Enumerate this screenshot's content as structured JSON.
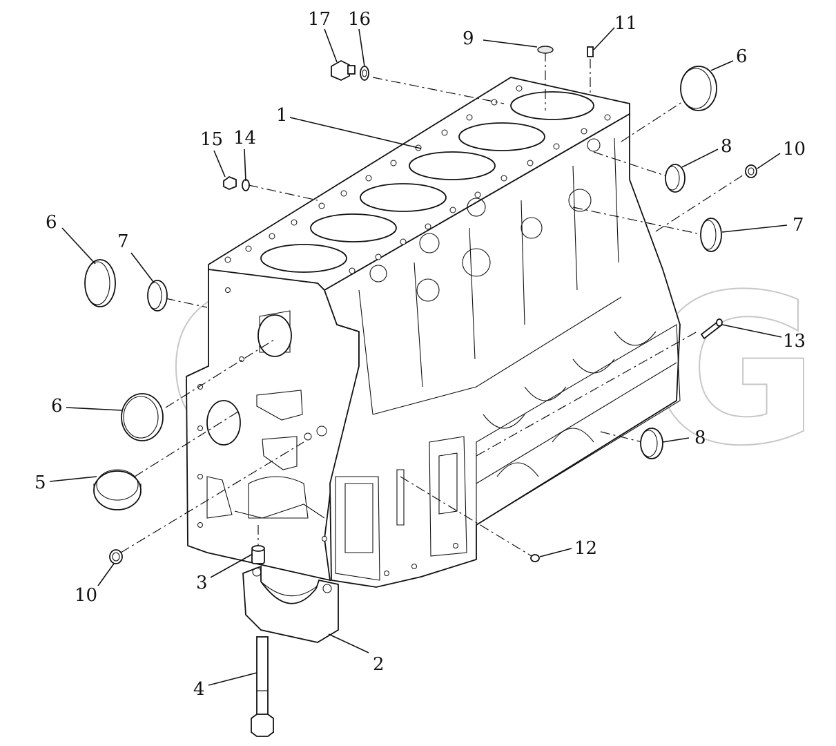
{
  "watermark_text": "GDTG",
  "callouts": [
    {
      "id": "label-1",
      "text": "1"
    },
    {
      "id": "label-2",
      "text": "2"
    },
    {
      "id": "label-3",
      "text": "3"
    },
    {
      "id": "label-4",
      "text": "4"
    },
    {
      "id": "label-5",
      "text": "5"
    },
    {
      "id": "label-6a",
      "text": "6"
    },
    {
      "id": "label-6b",
      "text": "6"
    },
    {
      "id": "label-6c",
      "text": "6"
    },
    {
      "id": "label-7a",
      "text": "7"
    },
    {
      "id": "label-7b",
      "text": "7"
    },
    {
      "id": "label-8a",
      "text": "8"
    },
    {
      "id": "label-8b",
      "text": "8"
    },
    {
      "id": "label-9",
      "text": "9"
    },
    {
      "id": "label-10a",
      "text": "10"
    },
    {
      "id": "label-10b",
      "text": "10"
    },
    {
      "id": "label-11",
      "text": "11"
    },
    {
      "id": "label-12",
      "text": "12"
    },
    {
      "id": "label-13",
      "text": "13"
    },
    {
      "id": "label-14",
      "text": "14"
    },
    {
      "id": "label-15",
      "text": "15"
    },
    {
      "id": "label-16",
      "text": "16"
    },
    {
      "id": "label-17",
      "text": "17"
    }
  ]
}
